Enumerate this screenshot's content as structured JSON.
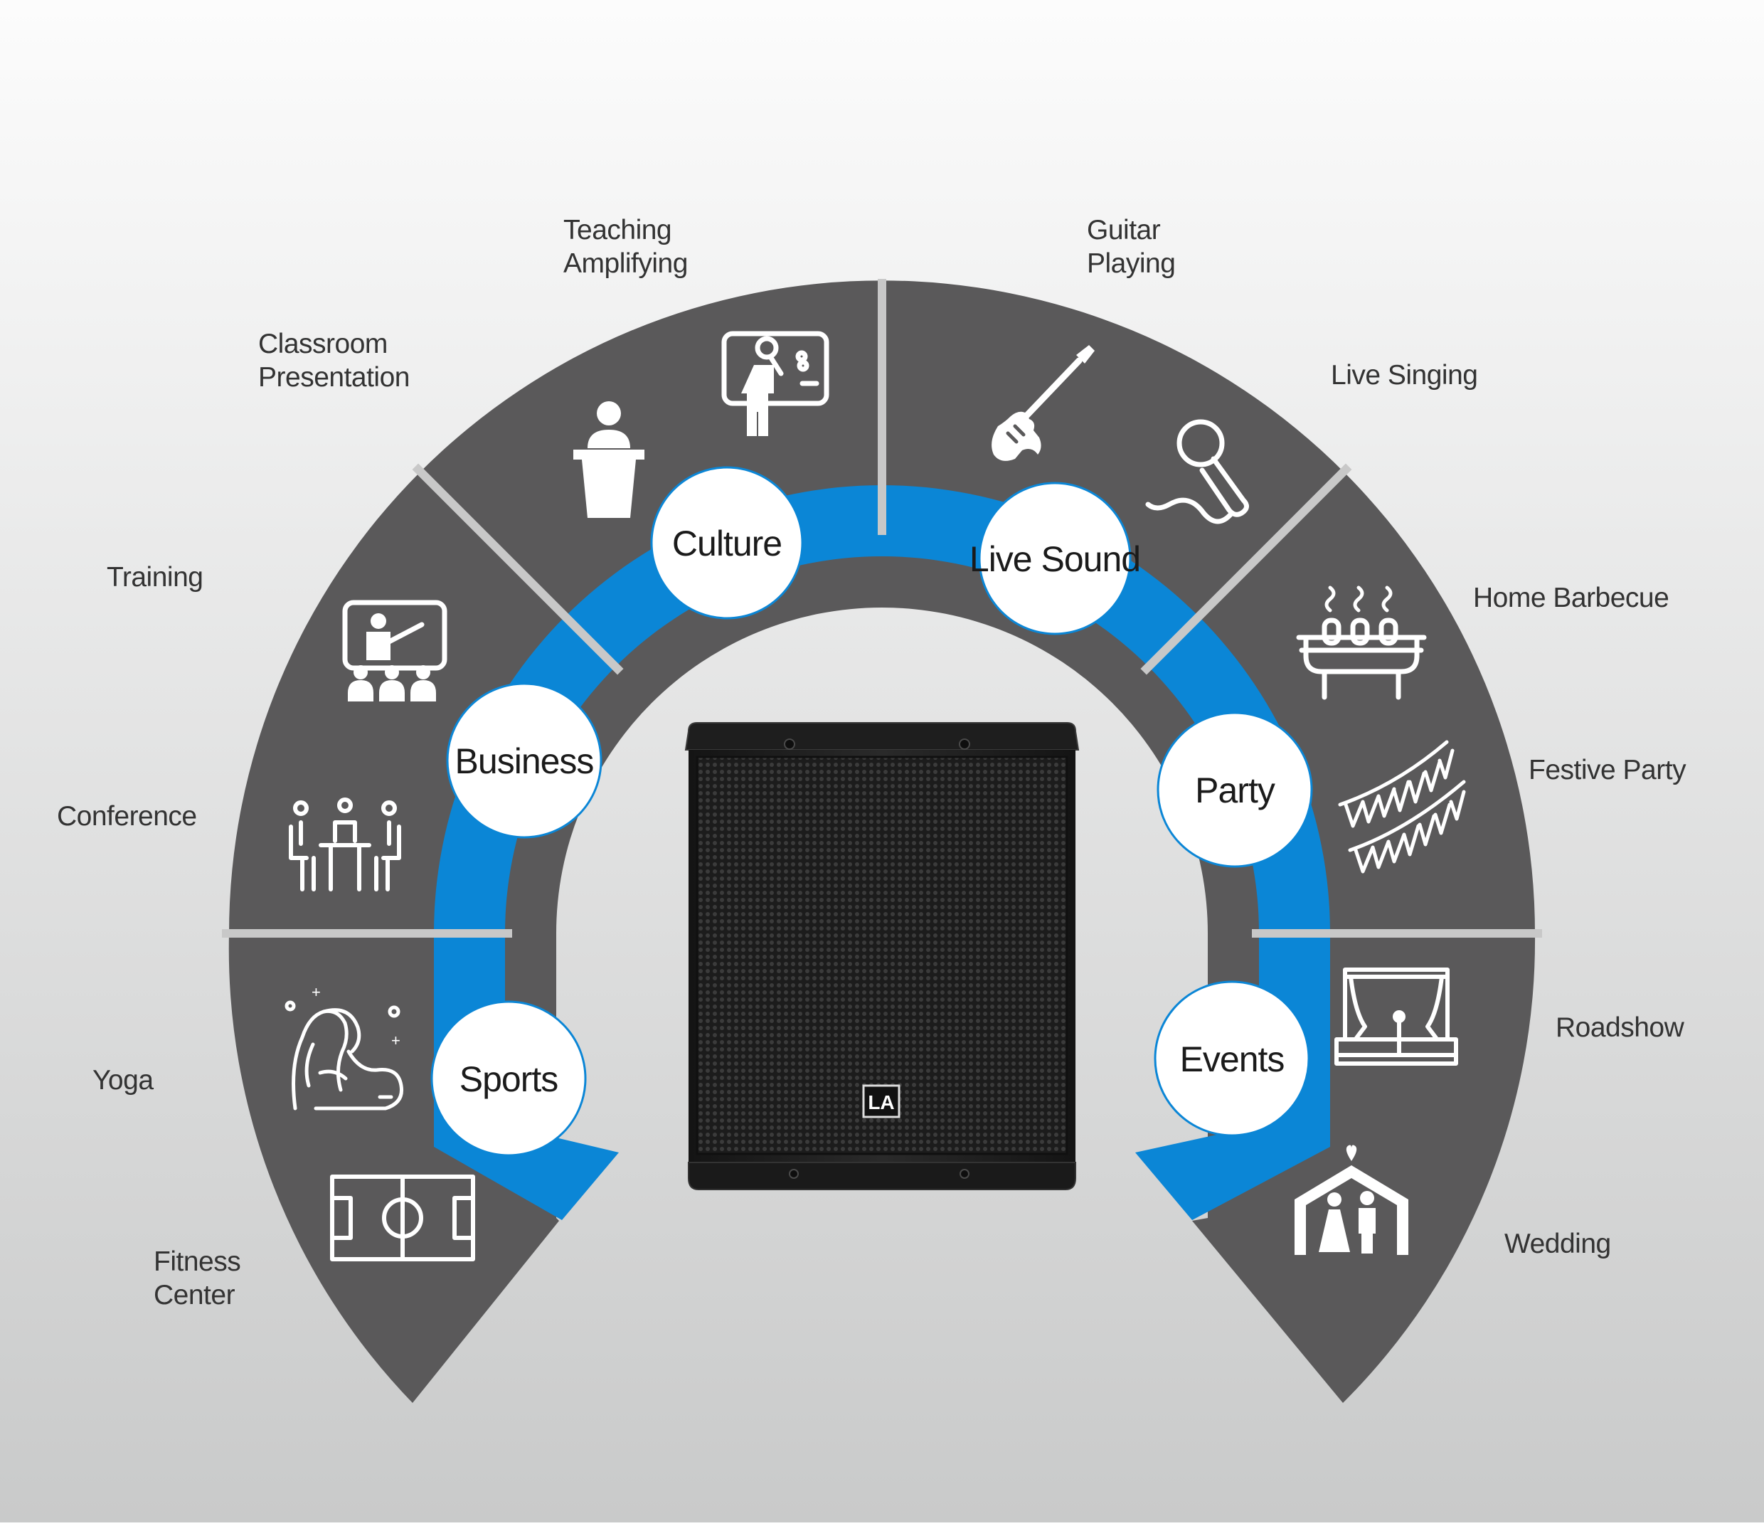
{
  "colors": {
    "background_top": "#fcfcfc",
    "background_bottom": "#c9caca",
    "ring_dark": "#5a595a",
    "ring_blue": "#0b86d6",
    "circle_fill": "#ffffff",
    "icon_stroke": "#ffffff",
    "speaker_body": "#222222",
    "label_text": "#333333"
  },
  "categories": [
    {
      "key": "culture",
      "label": "Culture",
      "scale": 1.0
    },
    {
      "key": "live",
      "label": "Live Sound",
      "scale": 0.78
    },
    {
      "key": "business",
      "label": "Business",
      "scale": 0.92
    },
    {
      "key": "party",
      "label": "Party",
      "scale": 1.0
    },
    {
      "key": "sports",
      "label": "Sports",
      "scale": 1.0
    },
    {
      "key": "events",
      "label": "Events",
      "scale": 1.0
    }
  ],
  "labels": {
    "teaching": [
      "Teaching",
      "Amplifying"
    ],
    "classroom": [
      "Classroom",
      "Presentation"
    ],
    "training": [
      "Training"
    ],
    "conference": [
      "Conference"
    ],
    "yoga": [
      "Yoga"
    ],
    "fitness": [
      "Fitness",
      "Center"
    ],
    "guitar": [
      "Guitar",
      "Playing"
    ],
    "live_singing": [
      "Live Singing"
    ],
    "barbecue": [
      "Home Barbecue"
    ],
    "festive": [
      "Festive Party"
    ],
    "roadshow": [
      "Roadshow"
    ],
    "wedding": [
      "Wedding"
    ]
  },
  "icons": {
    "teaching": "blackboard-teacher-icon",
    "classroom": "podium-speaker-icon",
    "training": "training-screen-icon",
    "conference": "conference-table-icon",
    "yoga": "yoga-pose-icon",
    "fitness": "soccer-field-icon",
    "guitar": "electric-guitar-icon",
    "live_singing": "microphone-icon",
    "barbecue": "barbecue-grill-icon",
    "festive": "bunting-flags-icon",
    "roadshow": "stage-curtain-icon",
    "wedding": "wedding-couple-icon"
  },
  "product": {
    "logo": "LA"
  }
}
